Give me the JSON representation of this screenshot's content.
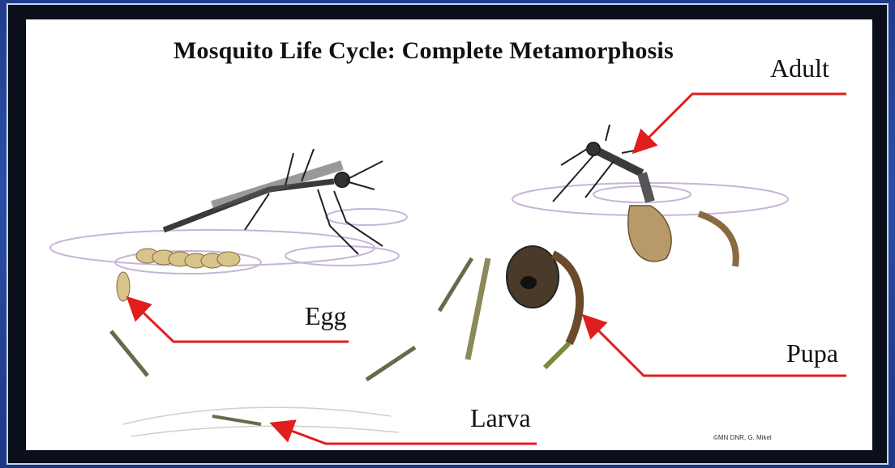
{
  "title": "Mosquito Life Cycle: Complete Metamorphosis",
  "stages": {
    "adult": "Adult",
    "egg": "Egg",
    "pupa": "Pupa",
    "larva": "Larva"
  },
  "credit": "©MN DNR, G. Mikel",
  "colors": {
    "arrow": "#e01e1e",
    "water": "#b9a3cc",
    "frame_blue": "#2a4ea6"
  }
}
